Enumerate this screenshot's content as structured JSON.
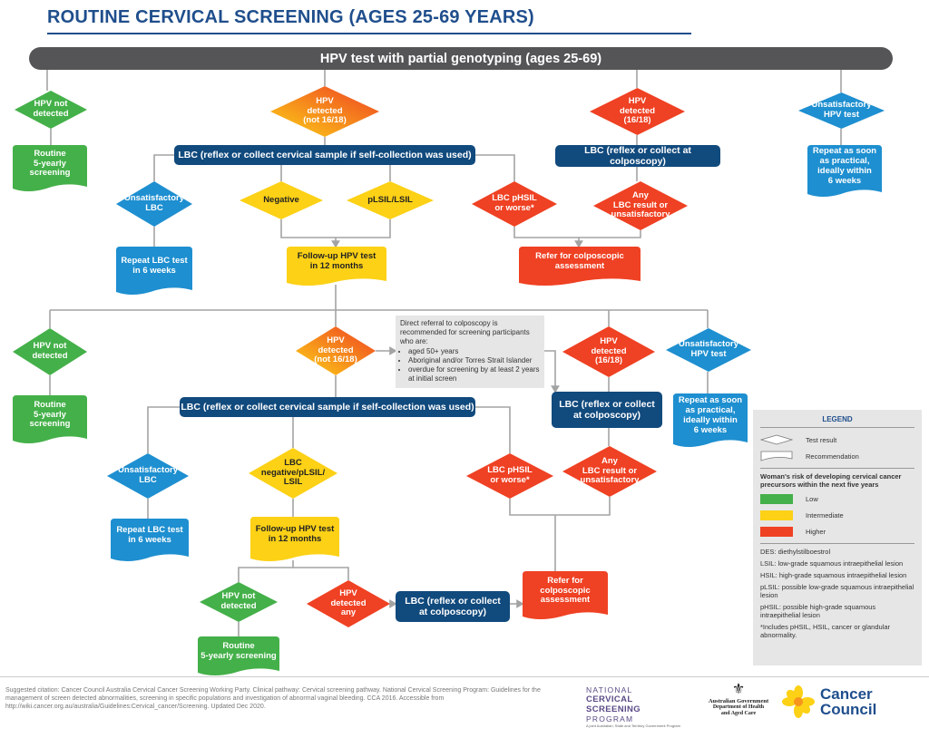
{
  "title": "ROUTINE CERVICAL SCREENING (AGES 25-69 YEARS)",
  "banner": "HPV test with partial genotyping (ages 25-69)",
  "colors": {
    "green": "#44b049",
    "yellow": "#fcd116",
    "orange": "#f7941d",
    "red": "#ef4123",
    "navy": "#114a7d",
    "blue": "#1e8fd0",
    "grey": "#555557",
    "line": "#a3a3a3"
  },
  "nodes": {
    "n1": [
      "HPV not",
      "detected"
    ],
    "n2": [
      "HPV",
      "detected",
      "(not 16/18)"
    ],
    "n3": [
      "HPV",
      "detected",
      "(16/18)"
    ],
    "n4": [
      "Unsatisfactory",
      "HPV test"
    ],
    "n5": [
      "Routine",
      "5-yearly",
      "screening"
    ],
    "n6": [
      "LBC (reflex or collect cervical sample if self-collection was used)"
    ],
    "n7": [
      "LBC (reflex or collect at colposcopy)"
    ],
    "n8": [
      "Repeat as soon",
      "as practical,",
      "ideally within",
      "6 weeks"
    ],
    "n9": [
      "Unsatisfactory",
      "LBC"
    ],
    "n10": [
      "Negative"
    ],
    "n11": [
      "pLSIL/LSIL"
    ],
    "n12": [
      "LBC pHSIL",
      "or worse*"
    ],
    "n13": [
      "Any",
      "LBC result or",
      "unsatisfactory"
    ],
    "n14": [
      "Repeat LBC test",
      "in 6 weeks"
    ],
    "n15": [
      "Follow-up HPV test",
      "in 12 months"
    ],
    "n16": [
      "Refer for colposcopic",
      "assessment"
    ],
    "n17": [
      "HPV not",
      "detected"
    ],
    "n18": [
      "HPV",
      "detected",
      "(not 16/18)"
    ],
    "n19": [
      "HPV",
      "detected",
      "(16/18)"
    ],
    "n20": [
      "Unsatisfactory",
      "HPV test"
    ],
    "n21": [
      "Routine",
      "5-yearly",
      "screening"
    ],
    "n22": [
      "LBC (reflex or collect cervical sample if self-collection was used)"
    ],
    "n23": [
      "LBC (reflex or collect",
      "at colposcopy)"
    ],
    "n24": [
      "Repeat as soon",
      "as practical,",
      "ideally within",
      "6 weeks"
    ],
    "n25": [
      "Unsatisfactory",
      "LBC"
    ],
    "n26": [
      "LBC",
      "negative/pLSIL/",
      "LSIL"
    ],
    "n27": [
      "LBC pHSIL",
      "or worse*"
    ],
    "n28": [
      "Any",
      "LBC result or",
      "unsatisfactory"
    ],
    "n29": [
      "Repeat LBC test",
      "in 6 weeks"
    ],
    "n30": [
      "Follow-up HPV test",
      "in 12 months"
    ],
    "n31": [
      "HPV not",
      "detected"
    ],
    "n32": [
      "HPV",
      "detected",
      "any"
    ],
    "n33": [
      "LBC (reflex or collect",
      "at colposcopy)"
    ],
    "n34": [
      "Refer for",
      "colposcopic",
      "assessment"
    ],
    "n35": [
      "Routine",
      "5-yearly screening"
    ]
  },
  "info_box": {
    "intro": "Direct referral to colposcopy is recommended for screening participants who are:",
    "items": [
      "aged 50+ years",
      "Aboriginal and/or Torres Strait Islander",
      "overdue for screening by at least 2 years at initial screen"
    ]
  },
  "legend": {
    "title": "LEGEND",
    "test_result": "Test result",
    "recommendation": "Recommendation",
    "risk_heading": "Woman's risk of developing cervical cancer precursors within the next five years",
    "low": "Low",
    "intermediate": "Intermediate",
    "higher": "Higher",
    "abbrev": [
      "DES: diethylstilboestrol",
      "LSIL: low-grade squamous intraepithelial lesion",
      "HSIL: high-grade squamous intraepithelial lesion",
      "pLSIL: possible low-grade squamous intraepithelial lesion",
      "pHSIL: possible high-grade squamous intraepithelial lesion"
    ],
    "footnote": "*Includes pHSIL, HSIL, cancer or glandular abnormality."
  },
  "footer": {
    "citation": "Suggested citation: Cancer Council Australia Cervical Cancer Screening Working Party. Clinical pathway: Cervical screening pathway. National Cervical Screening Program: Guidelines for the management of screen detected abnormalities, screening in specific populations and investigation of abnormal vaginal bleeding. CCA 2016. Accessible from http://wiki.cancer.org.au/australia/Guidelines:Cervical_cancer/Screening. Updated Dec 2020.",
    "ncsp": [
      "NATIONAL",
      "CERVICAL SCREENING",
      "PROGRAM",
      "A joint Australian, State and Territory Government Program"
    ],
    "gov": [
      "Australian Government",
      "Department of Health",
      "and Aged Care"
    ],
    "cc": [
      "Cancer",
      "Council"
    ]
  }
}
